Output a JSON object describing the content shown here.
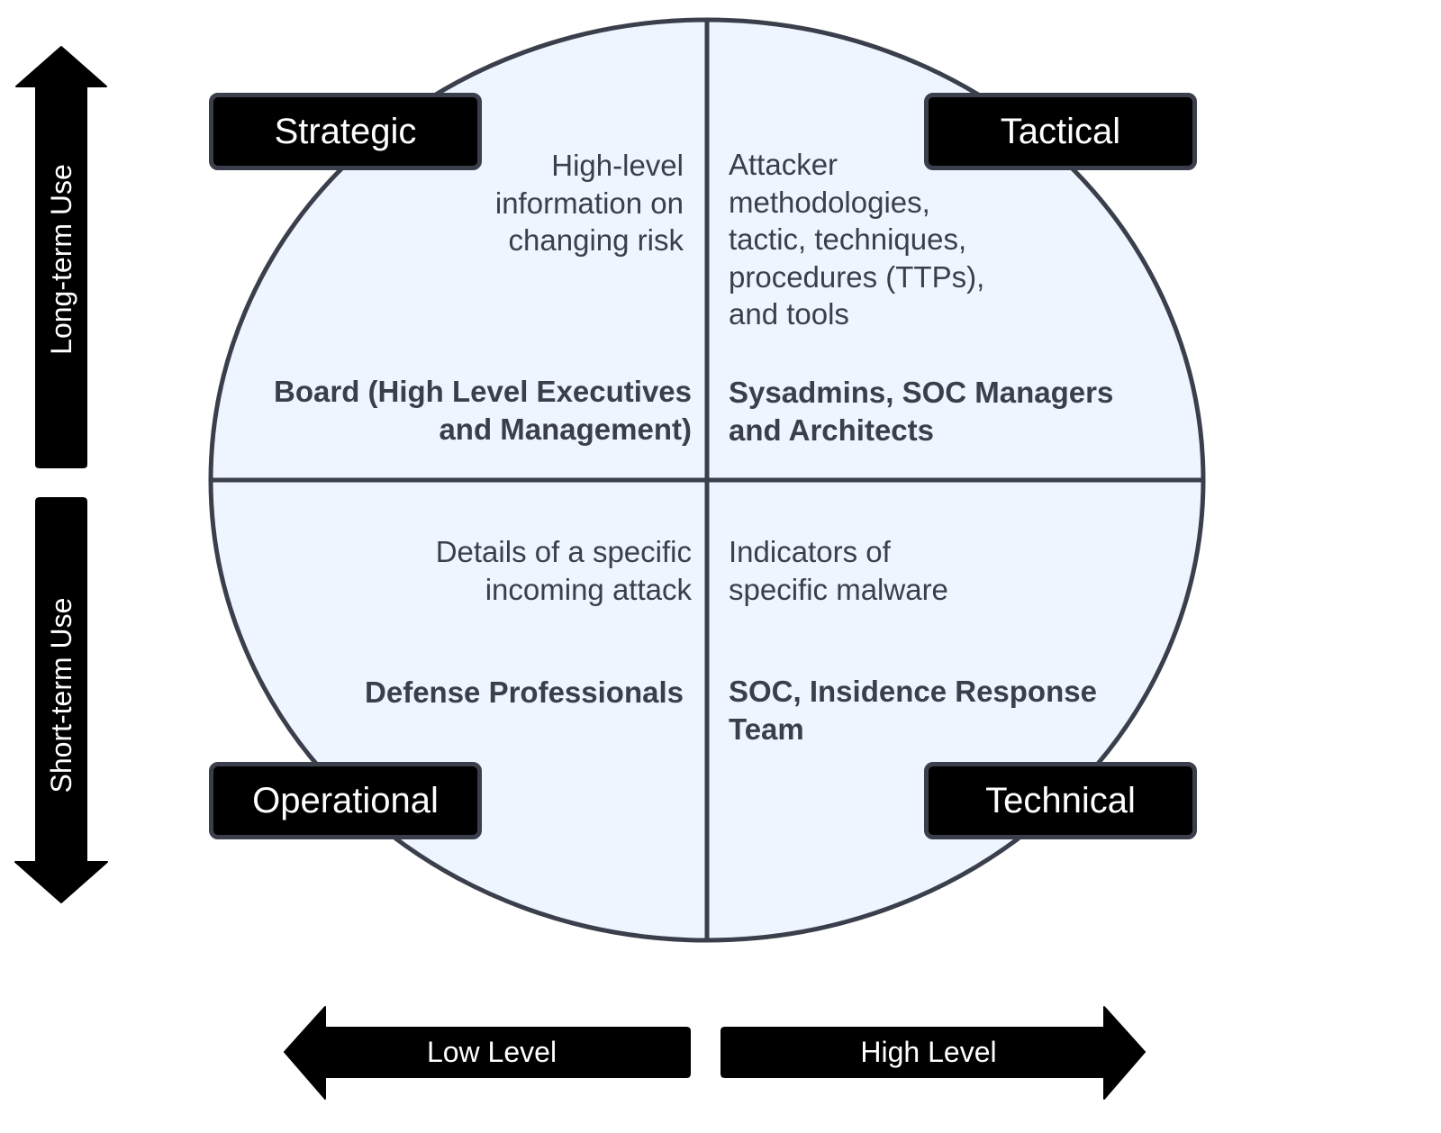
{
  "colors": {
    "circle_fill": "#eef5fe",
    "outline": "#3a3f4b",
    "text": "#3a3f4b",
    "tag_bg": "#000000"
  },
  "axes": {
    "long_term": "Long-term Use",
    "short_term": "Short-term Use",
    "low_level": "Low Level",
    "high_level": "High Level"
  },
  "quadrants": {
    "strategic": {
      "title": "Strategic",
      "description": [
        "High-level",
        "information on",
        "changing risk"
      ],
      "audience": [
        "Board (High Level Executives",
        "and Management)"
      ]
    },
    "tactical": {
      "title": "Tactical",
      "description": [
        "Attacker",
        "methodologies,",
        "tactic, techniques,",
        "procedures (TTPs),",
        "and tools"
      ],
      "audience": [
        "Sysadmins, SOC Managers",
        "and Architects"
      ]
    },
    "operational": {
      "title": "Operational",
      "description": [
        "Details of a specific",
        "incoming attack"
      ],
      "audience": [
        "Defense Professionals"
      ]
    },
    "technical": {
      "title": "Technical",
      "description": [
        "Indicators of",
        "specific malware"
      ],
      "audience": [
        "SOC, Insidence Response",
        "Team"
      ]
    }
  }
}
